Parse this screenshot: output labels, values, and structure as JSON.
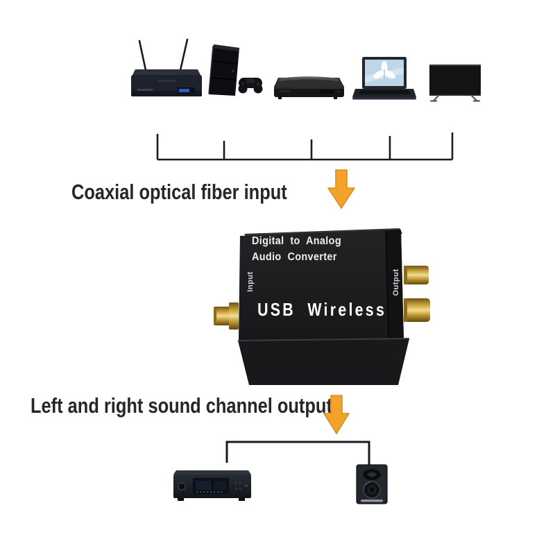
{
  "diagram": {
    "captions": {
      "input": "Coaxial optical fiber input",
      "output": "Left and right sound channel output"
    },
    "converter": {
      "title_line1": "Digital to Analog",
      "title_line2": "Audio Converter",
      "model": "USB Wireless",
      "input_port_label": "Input",
      "output_port_label": "Output"
    },
    "source_device_icons": [
      "tv-box-icon",
      "game-console-icon",
      "dvd-player-icon",
      "laptop-icon",
      "tv-icon"
    ],
    "output_device_icons": [
      "av-receiver-icon",
      "speaker-icon"
    ],
    "arrow_icons": [
      "down-arrow-icon",
      "down-arrow-icon"
    ],
    "colors": {
      "background": "#FFFFFF",
      "caption_text": "#262626",
      "connector_line": "#1B1B1B",
      "arrow_fill": "#F3A32C",
      "arrow_border": "#D88F1E",
      "converter_body": "#1C1C1E",
      "rca_gold": "#D3AF53",
      "converter_text": "#FFFFFF"
    }
  }
}
